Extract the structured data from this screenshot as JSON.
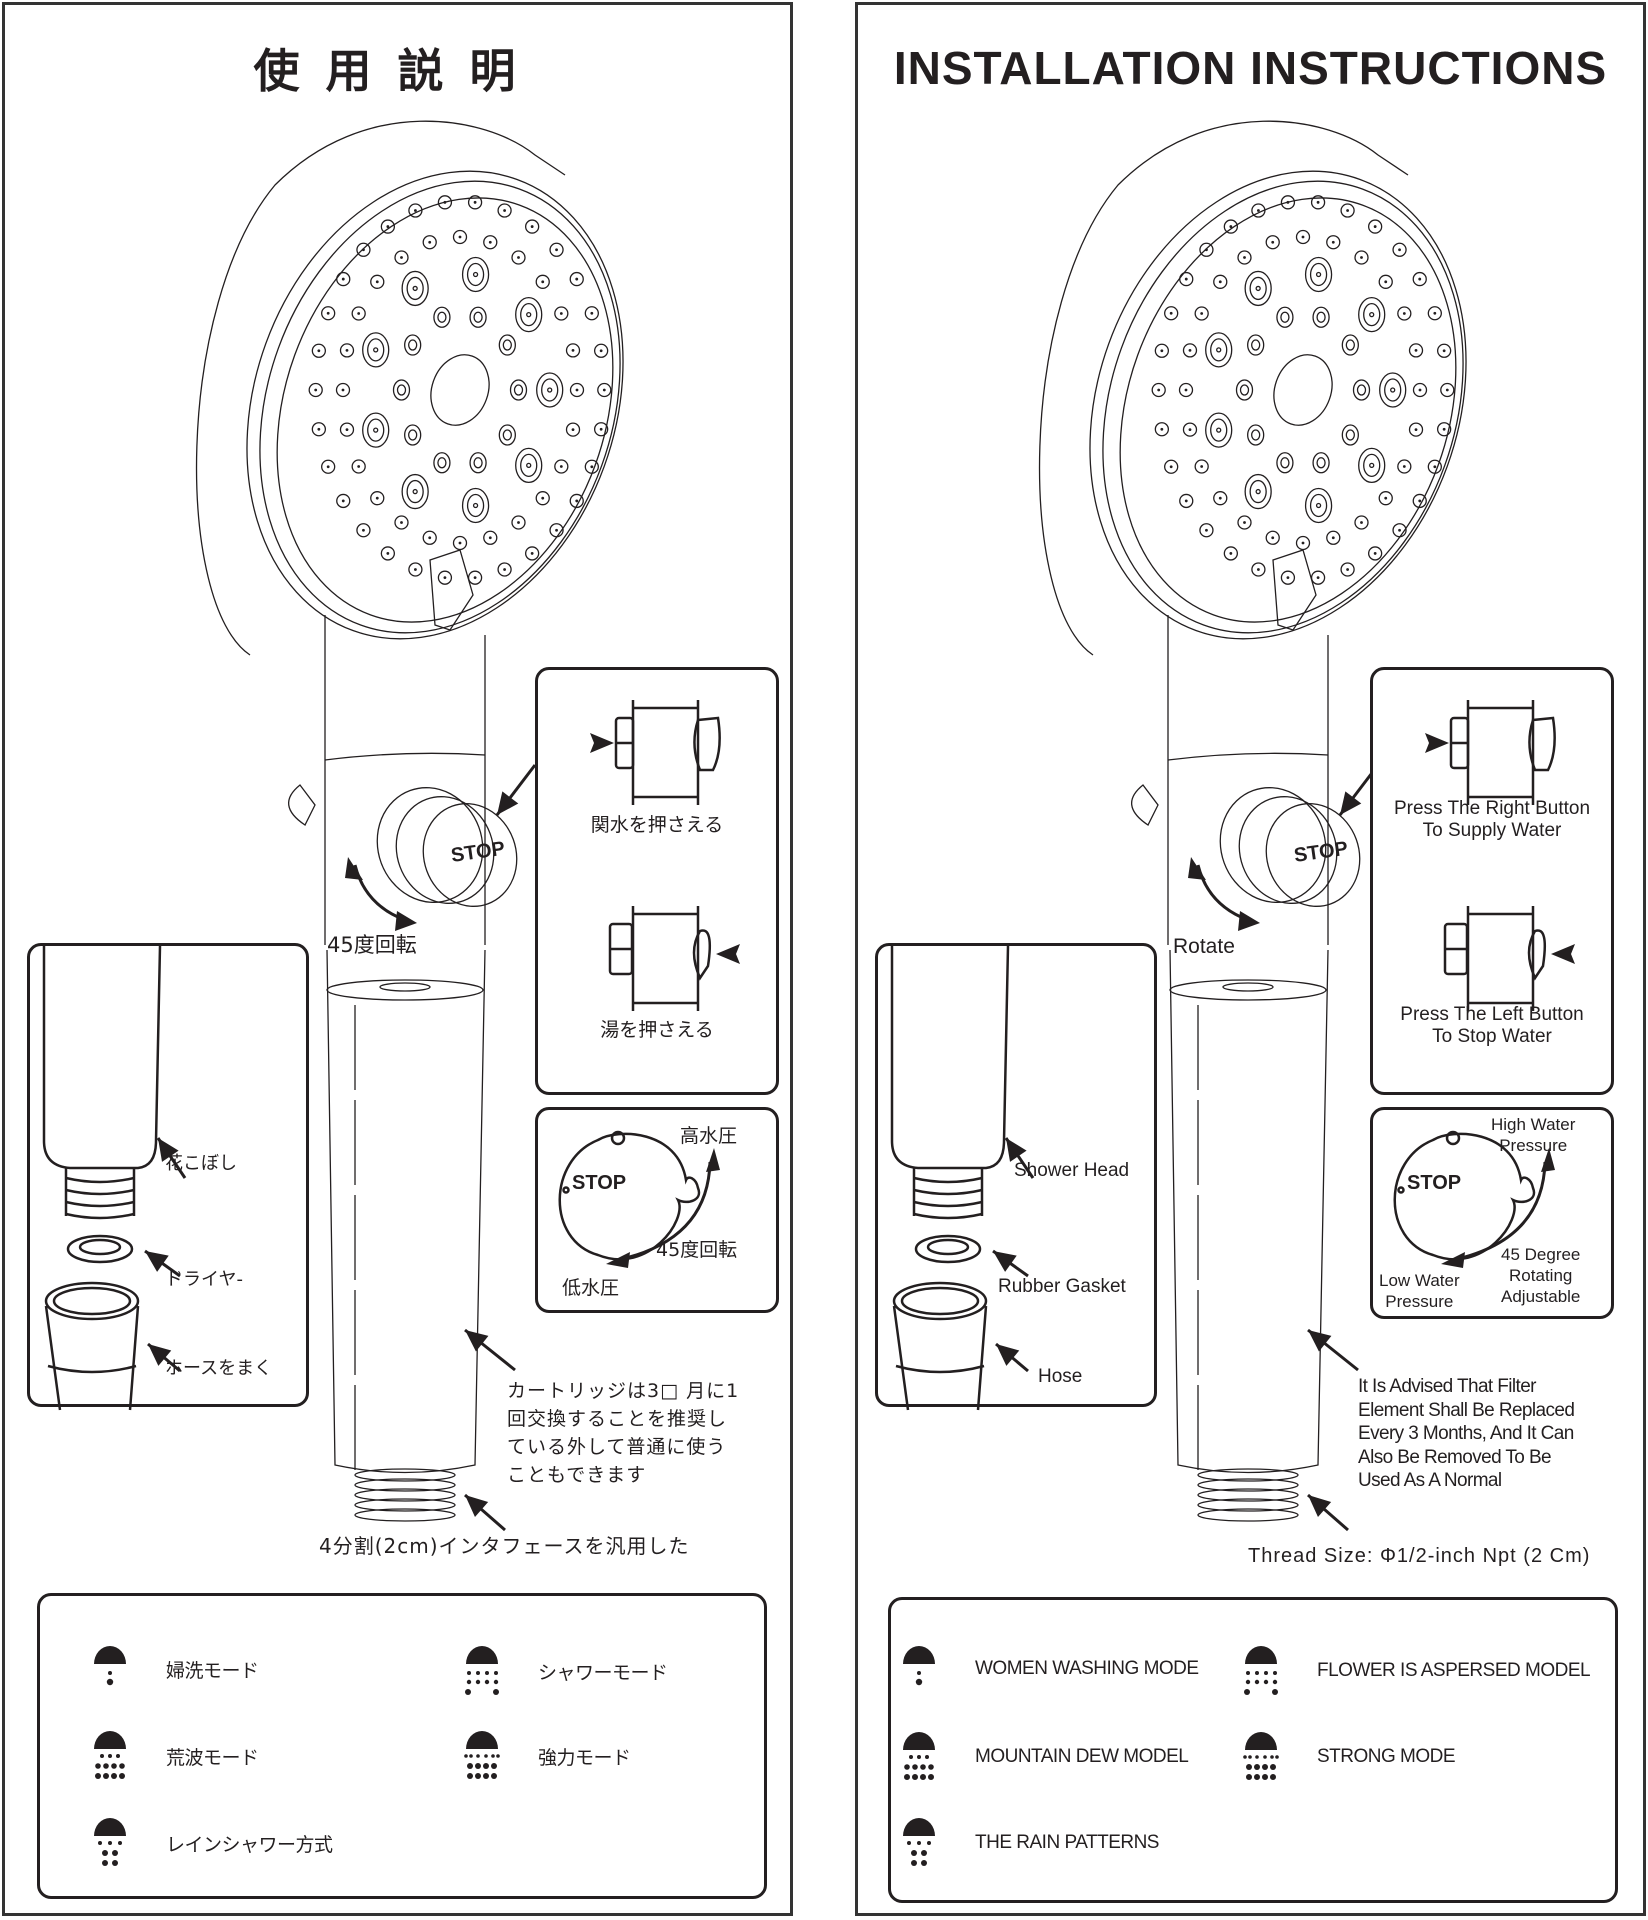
{
  "left_panel": {
    "title": "使用説明",
    "labels": {
      "rotate_label": "45度回転",
      "valve_supply": "関水を押さえる",
      "valve_stop": "湯を押さえる",
      "stop_text": "STOP",
      "high_pressure": "高水圧",
      "low_pressure": "低水圧",
      "rotation_45": "45度回転",
      "shower_head": "花こぼし",
      "gasket": "ドライヤ-",
      "hose": "ホースをまく",
      "filter_note": [
        "カートリッジは3□ 月に1",
        "回交換することを推奨し",
        "ている外して普通に使う",
        "こともできます"
      ],
      "thread_note": "4分割(2cm)インタフェースを汎用した"
    },
    "modes": [
      {
        "icon": "single-drop-spray-icon",
        "label": "婦洗モード"
      },
      {
        "icon": "shower-spray-icon",
        "label": "シャワーモード"
      },
      {
        "icon": "mist-spray-icon",
        "label": "荒波モード"
      },
      {
        "icon": "strong-spray-icon",
        "label": "強力モード"
      },
      {
        "icon": "rain-spray-icon",
        "label": "レインシャワー方式"
      }
    ]
  },
  "right_panel": {
    "title": "INSTALLATION INSTRUCTIONS",
    "labels": {
      "rotate_label": "Rotate",
      "valve_supply": [
        "Press The Right Button",
        "To Supply Water"
      ],
      "valve_stop": [
        "Press The Left Button",
        "To Stop Water"
      ],
      "stop_text": "STOP",
      "high_pressure": [
        "High Water",
        "Pressure"
      ],
      "low_pressure": [
        "Low Water",
        "Pressure"
      ],
      "rotation_45": [
        "45 Degree",
        "Rotating",
        "Adjustable"
      ],
      "shower_head": "Shower Head",
      "gasket": "Rubber Gasket",
      "hose": "Hose",
      "filter_note": [
        "It Is Advised That Filter",
        "Element Shall Be Replaced",
        "Every 3 Months, And It Can",
        "Also Be Removed To Be",
        "Used As A Normal"
      ],
      "thread_note": "Thread Size: Φ1/2-inch Npt (2 Cm)"
    },
    "modes": [
      {
        "icon": "single-drop-spray-icon",
        "label": "WOMEN WASHING MODE"
      },
      {
        "icon": "shower-spray-icon",
        "label": "FLOWER IS ASPERSED MODEL"
      },
      {
        "icon": "mist-spray-icon",
        "label": "MOUNTAIN DEW MODEL"
      },
      {
        "icon": "strong-spray-icon",
        "label": "STRONG MODE"
      },
      {
        "icon": "rain-spray-icon",
        "label": "THE RAIN PATTERNS"
      }
    ]
  }
}
